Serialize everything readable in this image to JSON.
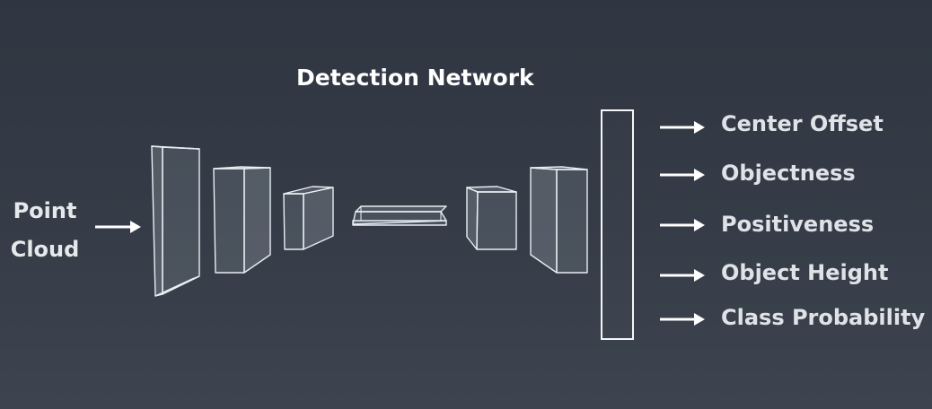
{
  "diagram": {
    "title": "Detection Network",
    "input_label": "Point\nCloud",
    "outputs": [
      "Center Offset",
      "Objectness",
      "Positiveness",
      "Object Height",
      "Class Probability"
    ],
    "colors": {
      "background": "#343b46",
      "stroke": "#e9eef3",
      "text": "#f2f4f6"
    }
  }
}
